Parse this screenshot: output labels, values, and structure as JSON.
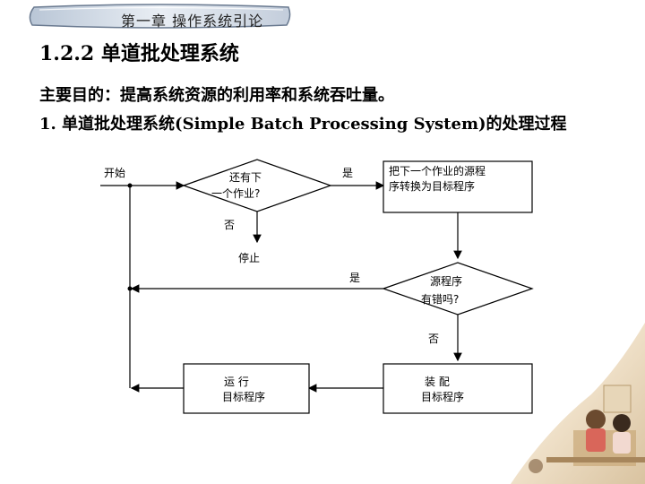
{
  "header": {
    "chapter": "第一章  操作系统引论",
    "section_title": "1.2.2 单道批处理系统"
  },
  "body": {
    "line1": "主要目的：提高系统资源的利用率和系统吞吐量。",
    "line2": "1. 单道批处理系统(Simple Batch Processing System)的处理过程"
  },
  "flowchart": {
    "start": "开始",
    "decision1_a": "还有下",
    "decision1_b": "一个作业?",
    "yes1": "是",
    "no1": "否",
    "load_a": "把下一个作业的源程",
    "load_b": "序转换为目标程序",
    "stop": "停止",
    "yes2": "是",
    "decision2_a": "源程序",
    "decision2_b": "有错吗?",
    "no2": "否",
    "assemble_a": "装    配",
    "assemble_b": "目标程序",
    "run_a": "运    行",
    "run_b": "目标程序"
  },
  "colors": {
    "banner": "#d4dde8",
    "line": "#000000"
  }
}
